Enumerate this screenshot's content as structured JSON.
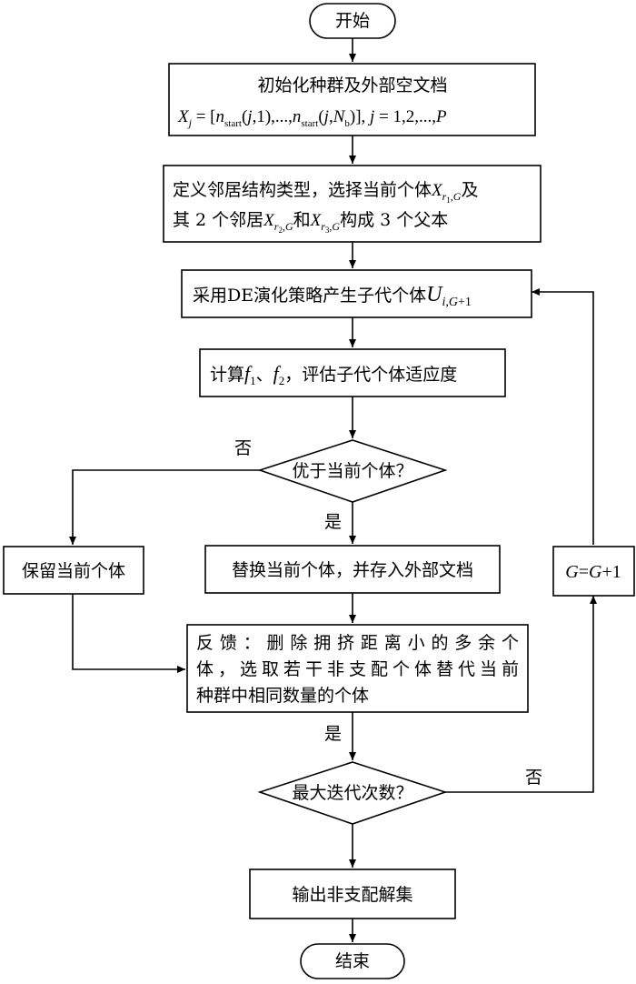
{
  "flowchart": {
    "start": "开始",
    "init": {
      "title": "初始化种群及外部空文档",
      "formula": "X_j = [n_start(j,1),...,n_start(j,N_b)], j = 1,2,...,P"
    },
    "neighbor": {
      "line1": "定义邻居结构类型，选择当前个体X_{r1,G}及",
      "line2": "其 2 个邻居X_{r2,G}和X_{r3,G}构成 3 个父本"
    },
    "de_step": {
      "text": "采用DE演化策略产生子代个体U_{i,G+1}"
    },
    "fitness": {
      "text": "计算f1、f2，评估子代个体适应度"
    },
    "better_decision": "优于当前个体？",
    "keep": "保留当前个体",
    "replace": "替换当前个体，并存入外部文档",
    "feedback": {
      "line1": "反馈：删除拥挤距离小的多余个",
      "line2": "体，选取若干非支配个体替代当前",
      "line3": "种群中相同数量的个体"
    },
    "max_decision": "最大迭代次数？",
    "output": "输出非支配解集",
    "end": "结束",
    "increment": "G=G+1",
    "yes": "是",
    "no": "否"
  }
}
